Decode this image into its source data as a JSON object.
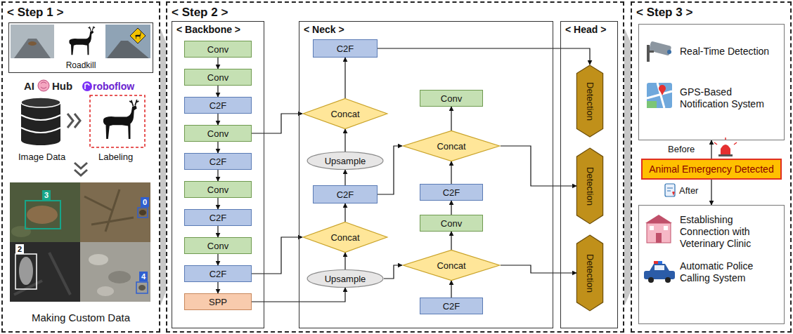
{
  "diagram": {
    "nodes": [
      {
        "text": [
          "< Step 1 >"
        ]
      },
      {
        "text": [
          "Roadkill"
        ],
        "in": 0
      },
      {
        "text": [
          "< Step 2 >"
        ]
      },
      {
        "text": [
          "< Backbone >"
        ],
        "in": 2
      },
      {
        "text": [
          "Conv"
        ],
        "in": 3
      },
      {
        "text": [
          "Conv"
        ],
        "in": 3
      },
      {
        "text": [
          "C2F"
        ],
        "in": 3
      },
      {
        "text": [
          "Conv"
        ],
        "in": 3
      },
      {
        "text": [
          "C2F"
        ],
        "in": 3
      },
      {
        "text": [
          "Conv"
        ],
        "in": 3
      },
      {
        "text": [
          "C2F"
        ],
        "in": 3
      },
      {
        "text": [
          "Conv"
        ],
        "in": 3
      },
      {
        "text": [
          "C2F"
        ],
        "in": 3
      },
      {
        "text": [
          "SPP"
        ],
        "in": 3
      },
      {
        "text": [
          "< Neck >"
        ],
        "in": 2
      },
      {
        "text": [
          "C2F"
        ],
        "in": 14
      },
      {
        "text": [
          "Conv"
        ],
        "in": 14
      },
      {
        "text": [
          "Concat"
        ],
        "in": 14
      },
      {
        "text": [
          "Concat"
        ],
        "in": 14
      },
      {
        "text": [
          "Upsample"
        ],
        "in": 14
      },
      {
        "text": [
          "C2F"
        ],
        "in": 14
      },
      {
        "text": [
          "C2F"
        ],
        "in": 14
      },
      {
        "text": [
          "Conv"
        ],
        "in": 14
      },
      {
        "text": [
          "Concat"
        ],
        "in": 14
      },
      {
        "text": [
          "Concat"
        ],
        "in": 14
      },
      {
        "text": [
          "Upsample"
        ],
        "in": 14
      },
      {
        "text": [
          "C2F"
        ],
        "in": 14
      },
      {
        "text": [
          "< Head >"
        ],
        "in": 2
      },
      {
        "text": [
          "Detection"
        ],
        "in": 27
      },
      {
        "text": [
          "Detection"
        ],
        "in": 27
      },
      {
        "text": [
          "Detection"
        ],
        "in": 27
      },
      {
        "text": [
          "< Step 3 >"
        ]
      },
      {
        "text": [
          "Real-Time Detection",
          "GPS-Based Notification System"
        ],
        "in": 31
      },
      {
        "text": [
          "Animal Emergency Detected"
        ],
        "in": 31
      },
      {
        "text": [
          "Establishing Connection with Veterinary Clinic",
          "Automatic Police Calling System"
        ],
        "in": 31
      }
    ],
    "edges": [
      {
        "from": 4,
        "to": 5,
        "arrow": "to"
      },
      {
        "from": 5,
        "to": 6,
        "arrow": "to"
      },
      {
        "from": 6,
        "to": 7,
        "arrow": "to"
      },
      {
        "from": 7,
        "to": 8,
        "arrow": "to"
      },
      {
        "from": 8,
        "to": 9,
        "arrow": "to"
      },
      {
        "from": 9,
        "to": 10,
        "arrow": "to"
      },
      {
        "from": 10,
        "to": 11,
        "arrow": "to"
      },
      {
        "from": 11,
        "to": 12,
        "arrow": "to"
      },
      {
        "from": 12,
        "to": 13,
        "arrow": "to"
      },
      {
        "from": 7,
        "to": 17,
        "arrow": "to"
      },
      {
        "from": 12,
        "to": 23,
        "arrow": "to"
      },
      {
        "from": 13,
        "to": 25,
        "arrow": "to"
      },
      {
        "from": 25,
        "to": 23,
        "arrow": "to"
      },
      {
        "from": 23,
        "to": 20,
        "arrow": "to"
      },
      {
        "from": 20,
        "to": 19,
        "arrow": "to"
      },
      {
        "from": 19,
        "to": 17,
        "arrow": "to"
      },
      {
        "from": 17,
        "to": 15,
        "arrow": "to"
      },
      {
        "from": 15,
        "to": 28,
        "arrow": "to"
      },
      {
        "from": 26,
        "to": 24,
        "arrow": "to"
      },
      {
        "from": 24,
        "to": 22,
        "arrow": "to"
      },
      {
        "from": 22,
        "to": 21,
        "arrow": "to"
      },
      {
        "from": 21,
        "to": 18,
        "arrow": "to"
      },
      {
        "from": 18,
        "to": 16,
        "arrow": "to"
      },
      {
        "from": 20,
        "to": 18,
        "arrow": "to"
      },
      {
        "from": 25,
        "to": 24,
        "arrow": "to"
      },
      {
        "from": 18,
        "to": 29,
        "arrow": "to"
      },
      {
        "from": 24,
        "to": 30,
        "arrow": "to"
      },
      {
        "from": 33,
        "to": 32,
        "arrow": "to"
      },
      {
        "from": 33,
        "to": 34,
        "arrow": "to"
      }
    ],
    "labels": [
      "AI",
      "Hub",
      "roboflow",
      "Image Data",
      "Labeling",
      "3",
      "0",
      "2",
      "4",
      "Making Custom Data",
      "Before",
      "After"
    ]
  }
}
